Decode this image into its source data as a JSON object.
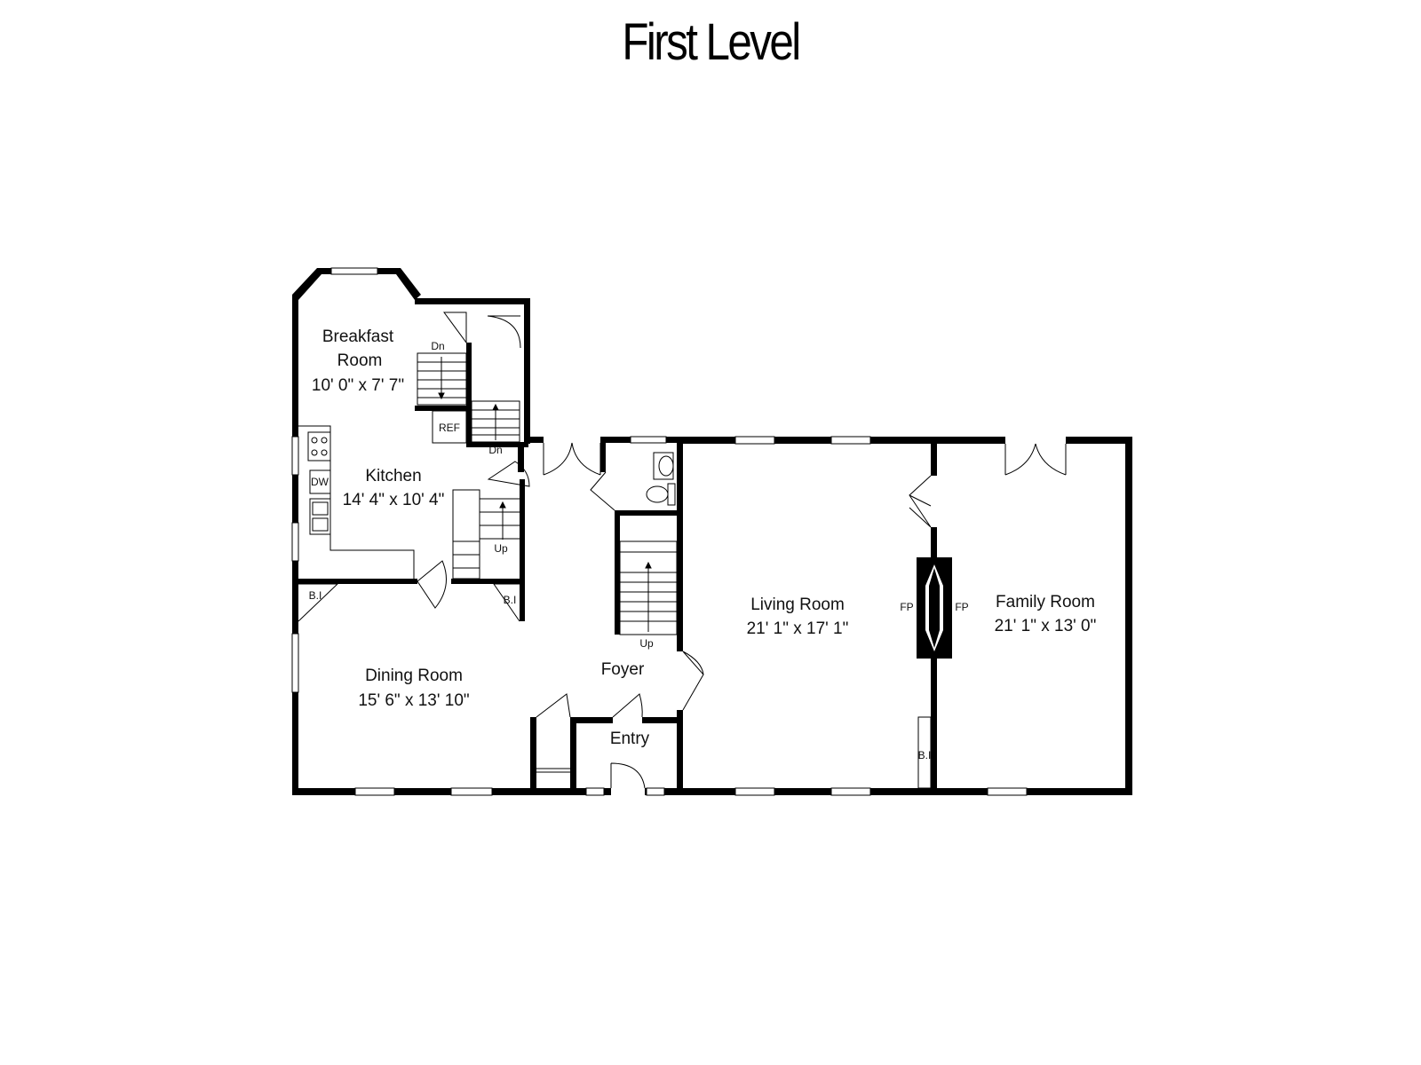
{
  "title": "First Level",
  "rooms": {
    "breakfast": {
      "name_line1": "Breakfast",
      "name_line2": "Room",
      "dims": "10' 0\" x 7' 7\""
    },
    "kitchen": {
      "name": "Kitchen",
      "dims": "14' 4\" x 10' 4\""
    },
    "dining": {
      "name": "Dining Room",
      "dims": "15' 6\" x 13' 10\""
    },
    "foyer": {
      "name": "Foyer"
    },
    "entry": {
      "name": "Entry"
    },
    "living": {
      "name": "Living Room",
      "dims": "21' 1\" x 17' 1\""
    },
    "family": {
      "name": "Family Room",
      "dims": "21' 1\" x 13' 0\""
    }
  },
  "labels": {
    "dn": "Dn",
    "up": "Up",
    "ref": "REF",
    "dw": "DW",
    "bi": "B.I",
    "fp": "FP"
  }
}
